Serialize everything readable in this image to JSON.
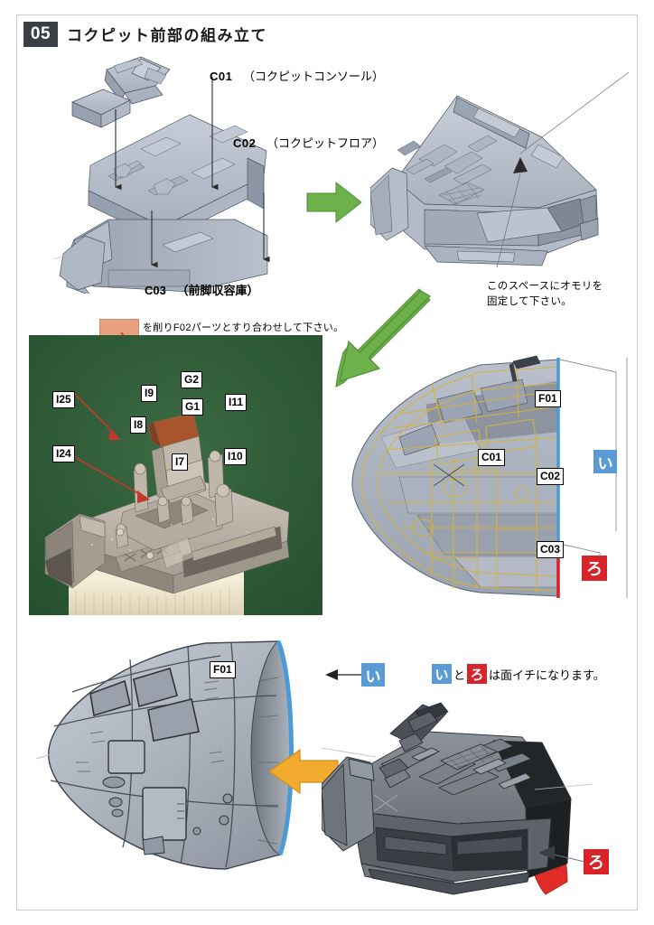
{
  "header": {
    "step_number": "05",
    "title": "コクピット前部の組み立て"
  },
  "exploded_diagram": {
    "part_labels": [
      {
        "code": "C01",
        "name": "（コクピットコンソール）"
      },
      {
        "code": "C02",
        "name": "（コクピットフロア）"
      },
      {
        "code": "C03",
        "name": "（前脚収容庫）"
      }
    ]
  },
  "assembled_view": {
    "note": "このスペースにオモリを\n固定して下さい。",
    "note_line1": "このスペースにオモリを",
    "note_line2": "固定して下さい。"
  },
  "photo": {
    "swatch_note": "を削りF02パーツとすり合わせして下さい。",
    "swatch_color": "#e8a07e",
    "labels": [
      "I25",
      "I24",
      "I9",
      "I8",
      "G2",
      "G1",
      "I11",
      "I7",
      "I10"
    ]
  },
  "cutaway_view": {
    "labels": [
      "F01",
      "C01",
      "C02",
      "C03"
    ],
    "badge_blue": "い",
    "badge_red": "ろ"
  },
  "bottom": {
    "nose_label": "F01",
    "badge_blue": "い",
    "badge_red": "ろ",
    "flush_note_blue": "い",
    "flush_note_mid": "と",
    "flush_note_red": "ろ",
    "flush_note_tail": "は面イチになります。"
  },
  "colors": {
    "green_arrow": "#6cb14a",
    "orange_arrow": "#f2ab2e",
    "blue_edge": "#4a9bd8",
    "red_face": "#e02b26",
    "badge_blue": "#5b9bd5",
    "badge_red": "#d6242a",
    "swatch": "#e8a07e",
    "cad_gray": "#b8bfcb",
    "photo_bg": "#2f5b38"
  }
}
